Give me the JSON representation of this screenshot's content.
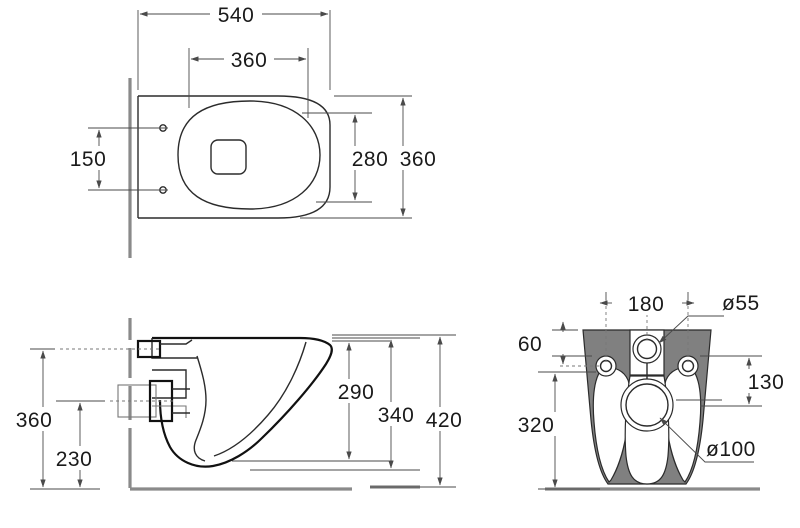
{
  "document": {
    "type": "technical-dimension-drawing",
    "subject": "wall-hung-toilet",
    "units": "mm",
    "background_color": "#ffffff",
    "line_color": "#2b2b2b",
    "shade_color": "#808080"
  },
  "views": {
    "top": {
      "name": "top-view",
      "dimensions": {
        "overall_width": "540",
        "seat_width": "360",
        "fixing_hole_spacing": "150",
        "inner_depth": "280",
        "overall_depth": "360"
      }
    },
    "side": {
      "name": "side-section-view",
      "dimensions": {
        "upper_inlet_height": "360",
        "lower_outlet_height": "230",
        "bowl_rim_height": "290",
        "body_height": "340",
        "overall_height": "420"
      }
    },
    "front": {
      "name": "front-view",
      "dimensions": {
        "bolt_spacing": "180",
        "inlet_diameter": "ø55",
        "top_offset": "60",
        "inlet_depth": "130",
        "outlet_height": "320",
        "outlet_diameter": "ø100"
      }
    }
  },
  "labels": {
    "d540": "540",
    "d360_top": "360",
    "d150": "150",
    "d280": "280",
    "d360_depth": "360",
    "d360_side": "360",
    "d230": "230",
    "d290": "290",
    "d340": "340",
    "d420": "420",
    "d180": "180",
    "d55": "ø55",
    "d60": "60",
    "d130": "130",
    "d320": "320",
    "d100": "ø100"
  }
}
